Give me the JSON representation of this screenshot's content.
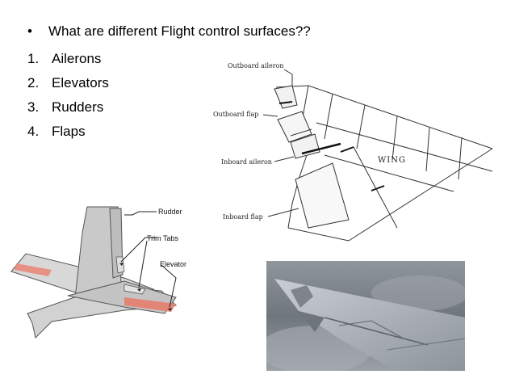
{
  "slide": {
    "question": "What are different Flight control surfaces??",
    "bullet_symbol": "•",
    "items": [
      {
        "number": "1.",
        "label": "Ailerons"
      },
      {
        "number": "2.",
        "label": "Elevators"
      },
      {
        "number": "3.",
        "label": "Rudders"
      },
      {
        "number": "4.",
        "label": "Flaps"
      }
    ]
  },
  "wing_diagram": {
    "labels": {
      "outboard_aileron": "Outboard aileron",
      "outboard_flap": "Outboard flap",
      "inboard_aileron": "Inboard aileron",
      "inboard_flap": "Inboard flap",
      "wing": "WING"
    }
  },
  "tail_diagram": {
    "labels": {
      "rudder": "Rudder",
      "trim_tabs": "Trim Tabs",
      "elevator": "Elevator"
    }
  }
}
